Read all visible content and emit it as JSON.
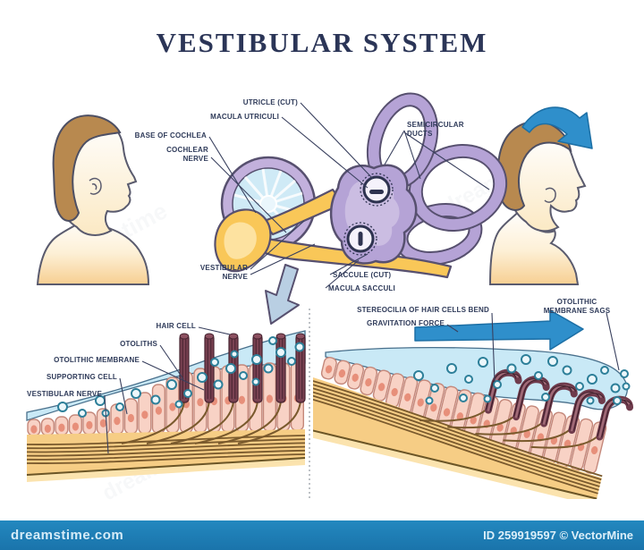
{
  "title": "VESTIBULAR SYSTEM",
  "ear": {
    "utricle_cut": "UTRICLE (CUT)",
    "macula_utriculi": "MACULA UTRICULI",
    "base_of_cochlea": "BASE OF COCHLEA",
    "cochlear_nerve_1": "COCHLEAR",
    "cochlear_nerve_2": "NERVE",
    "semicircular_1": "SEMICIRCULAR",
    "semicircular_2": "DUCTS",
    "vestibular_nerve_1": "VESTIBULAR",
    "vestibular_nerve_2": "NERVE",
    "saccule_cut": "SACCULE (CUT)",
    "macula_sacculi": "MACULA SACCULI"
  },
  "left_panel": {
    "hair_cell": "HAIR CELL",
    "otoliths": "OTOLITHS",
    "otolithic_membrane": "OTOLITHIC MEMBRANE",
    "supporting_cell": "SUPPORTING CELL",
    "vestibular_nerve": "VESTIBULAR NERVE"
  },
  "right_panel": {
    "stereocilia": "STEREOCILIA OF HAIR CELLS BEND",
    "gravitation_force": "GRAVITATION FORCE",
    "membrane_sags_1": "OTOLITHIC",
    "membrane_sags_2": "MEMBRANE SAGS"
  },
  "footer": {
    "site": "dreamstime.com",
    "id_credit": "ID 259919597 © VectorMine"
  },
  "watermark": {
    "text": "dreamstime"
  },
  "colors": {
    "label_navy": "#2e3a59",
    "outline_purple": "#57506f",
    "duct_purple": "#b5a3d6",
    "nerve_yellow": "#f9c758",
    "membrane_blue": "#c9e9f6",
    "cell_pink": "#f8d2c5",
    "hair_maroon": "#7a4252",
    "motion_blue": "#2f8fcb",
    "footer_blue": "#1e7db4"
  }
}
